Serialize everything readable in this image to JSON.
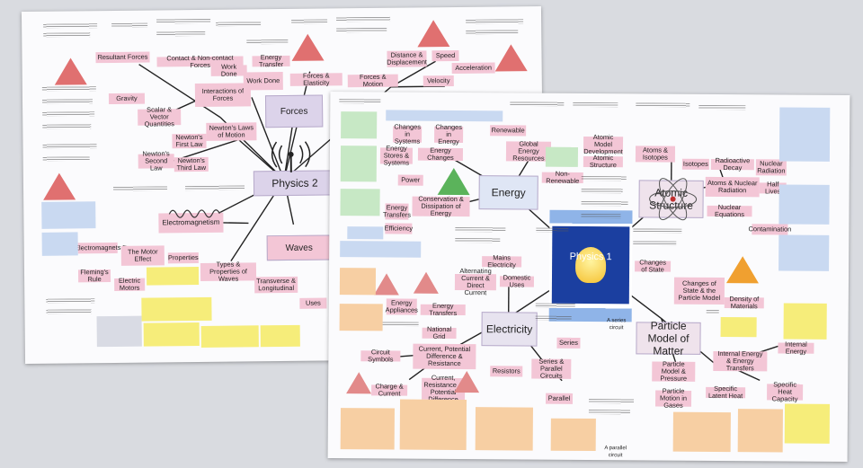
{
  "back_sheet": {
    "hub": "Physics 2",
    "topics": {
      "forces": "Forces",
      "interactions_of_forces": "Interactions of Forces",
      "work_done_1": "Work Done",
      "work_done_2": "Work Done",
      "forces_elasticity": "Forces & Elasticity",
      "forces_motion": "Forces & Motion",
      "newtons_laws": "Newton's Laws of Motion",
      "electromagnetism": "Electromagnetism",
      "waves": "Waves",
      "types_properties_waves": "Types & Properties of Waves",
      "motor_effect": "The Motor Effect",
      "electromagnets": "Electromagnets",
      "resultant_forces": "Resultant Forces",
      "contact_noncontact": "Contact & Non-contact Forces",
      "scalar_vector": "Scalar & Vector Quantities",
      "gravity": "Gravity",
      "newtons_first": "Newton's First Law",
      "newtons_second": "Newton's Second Law",
      "newtons_third": "Newton's Third Law",
      "energy_transfer": "Energy Transfer",
      "distance_displacement": "Distance & Displacement",
      "speed": "Speed",
      "acceleration": "Acceleration",
      "velocity": "Velocity",
      "flemings_rule": "Fleming's Rule",
      "electric_motors": "Electric Motors",
      "properties": "Properties",
      "transverse_longitudinal": "Transverse & Longitudinal",
      "uses": "Uses"
    }
  },
  "front_sheet": {
    "hub": "Physics 1",
    "topics": {
      "energy": "Energy",
      "energy_changes": "Energy Changes",
      "global_energy_resources": "Global Energy Resources",
      "conservation_dissipation": "Conservation & Dissipation of Energy",
      "atomic_structure": "Atomic Structure",
      "atoms_isotopes": "Atoms & Isotopes",
      "atoms_nuclear_radiation": "Atoms & Nuclear Radiation",
      "electricity": "Electricity",
      "particle_model": "Particle Model of Matter",
      "changes_of_state": "Changes of State & the Particle Model",
      "particle_model_pressure": "Particle Model & Pressure",
      "internal_energy": "Internal Energy & Energy Transfers",
      "current_potential": "Current, Potential Difference & Resistance",
      "series_parallel": "Series & Parallel Circuits",
      "domestic_uses": "Domestic Uses",
      "energy_transfers": "Energy Transfers",
      "power": "Power",
      "renewable": "Renewable",
      "non_renewable": "Non-Renewable",
      "changes_in_systems": "Changes in Systems",
      "changes_in_energy": "Changes in Energy",
      "energy_stores": "Energy Stores & Systems",
      "efficiency": "Efficiency",
      "atomic_model_dev": "Atomic Model Development",
      "atomic_structure_small": "Atomic Structure",
      "isotopes": "Isotopes",
      "radioactive_decay": "Radioactive Decay",
      "nuclear_radiation": "Nuclear Radiation",
      "half_lives": "Half Lives",
      "nuclear_equations": "Nuclear Equations",
      "contamination": "Contamination",
      "mains_electricity": "Mains Electricity",
      "ac_dc": "Alternating Current & Direct Current",
      "national_grid": "National Grid",
      "energy_appliances": "Energy Appliances",
      "circuit_symbols": "Circuit Symbols",
      "charge_current": "Charge & Current",
      "resistors": "Resistors",
      "series": "Series",
      "parallel": "Parallel",
      "density": "Density of Materials",
      "changes_state_small": "Changes of State",
      "specific_latent_heat": "Specific Latent Heat",
      "specific_heat_capacity": "Specific Heat Capacity",
      "internal_energy_small": "Internal Energy",
      "particle_motion": "Particle Motion in Gases",
      "crpd": "Current, Resistance & Potential Difference",
      "series_circuit": "A series circuit",
      "parallel_circuit": "A parallel circuit"
    }
  },
  "colors": {
    "pink": "#f3c6d6",
    "green": "#c7e8c5",
    "blue": "#c9d9f1",
    "yellow": "#f6ed7a",
    "orange": "#f7cfa3",
    "hub": "#dcd3ea"
  }
}
